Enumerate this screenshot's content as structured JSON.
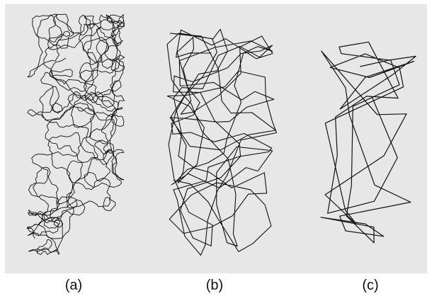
{
  "figure": {
    "panels": [
      {
        "id": "a",
        "label": "(a)",
        "trace": "dense",
        "seed": 17
      },
      {
        "id": "b",
        "label": "(b)",
        "trace": "medium",
        "seed": 42
      },
      {
        "id": "c",
        "label": "(c)",
        "trace": "sparse",
        "seed": 91
      }
    ],
    "colors": {
      "background": "#e7e7e7",
      "ink": "#111111"
    }
  }
}
